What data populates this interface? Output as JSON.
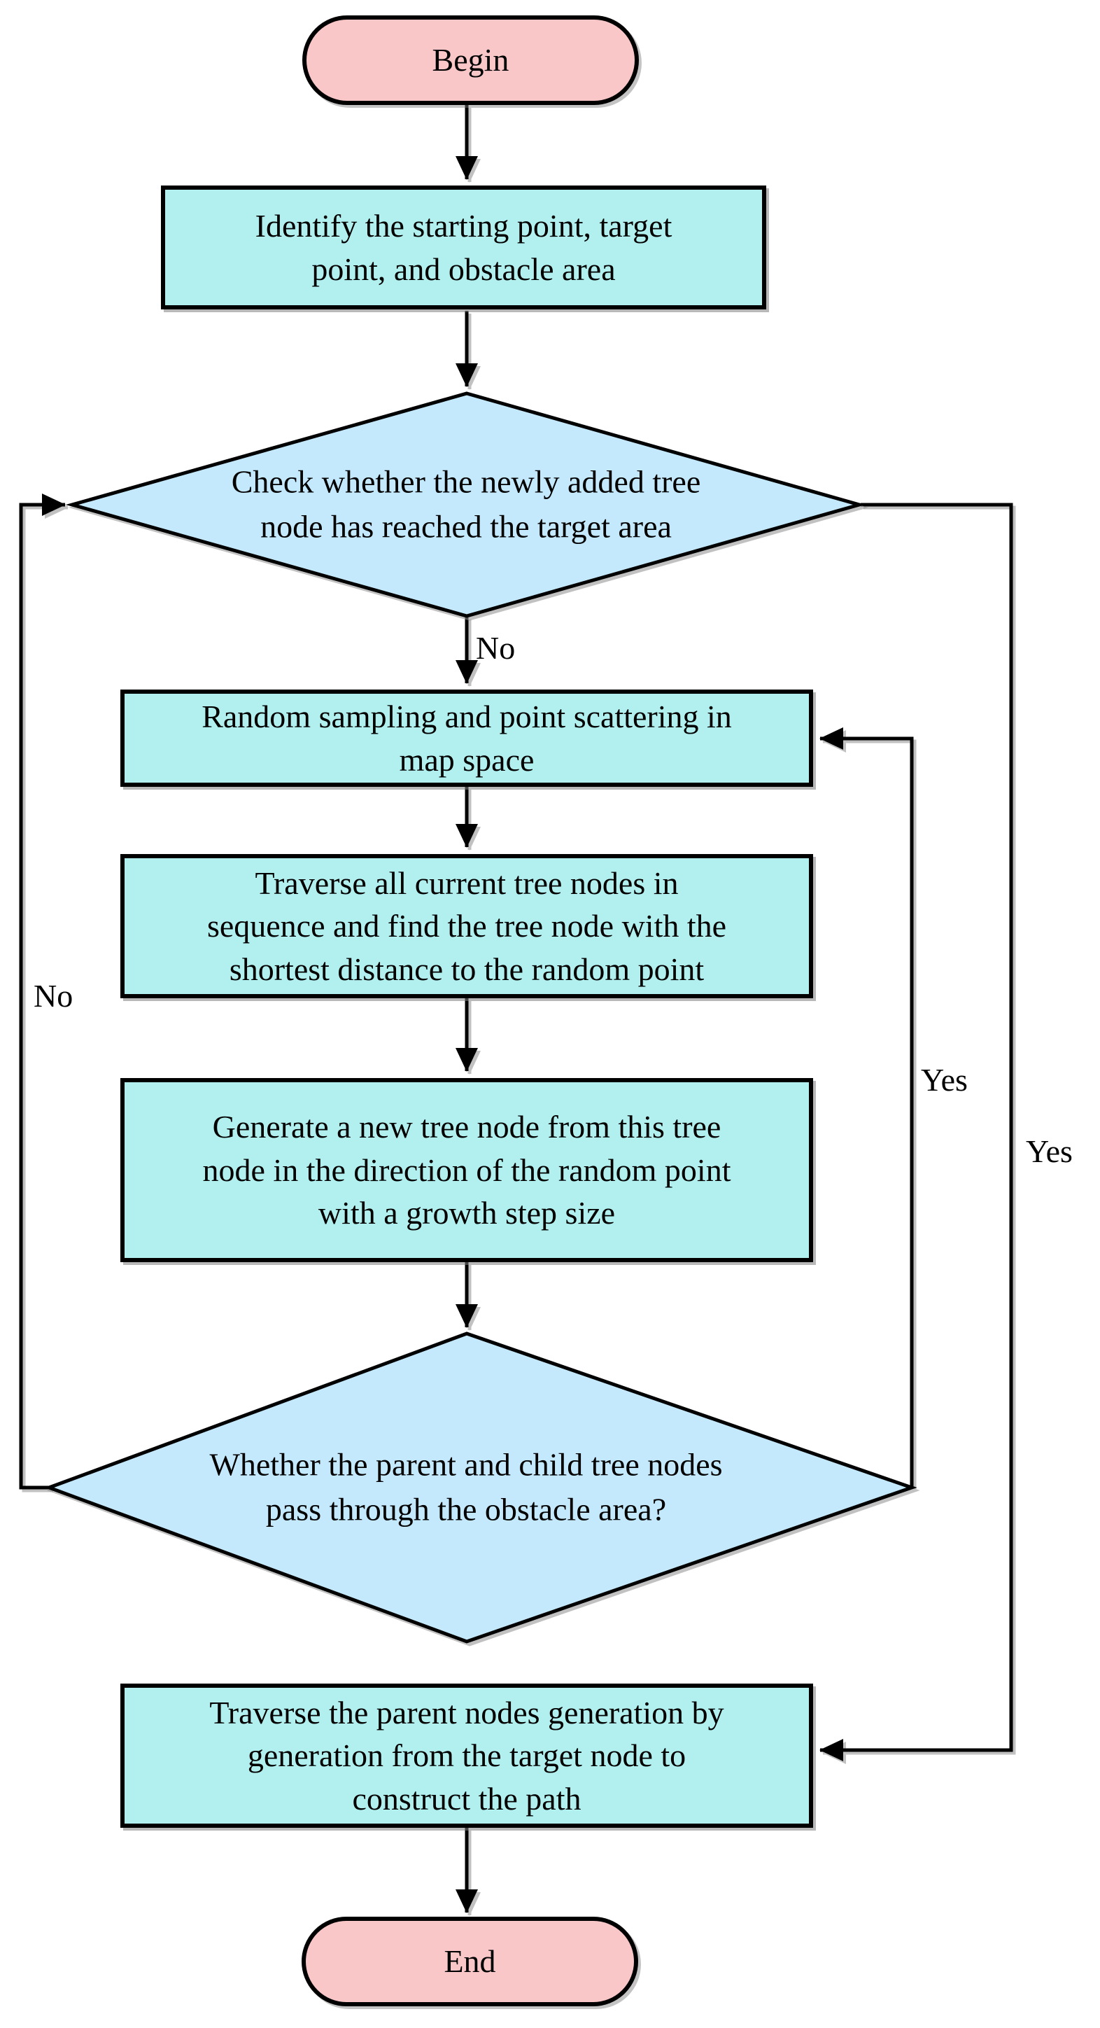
{
  "diagram_type": "flowchart",
  "colors": {
    "terminal_fill": "#f9c7c7",
    "process_fill": "#b2f0f0",
    "decision_fill": "#c4e8fc",
    "stroke": "#000000",
    "shadow": "#8e8e8e"
  },
  "nodes": {
    "begin": {
      "type": "terminal",
      "label": "Begin"
    },
    "identify": {
      "type": "process",
      "lines": [
        "Identify the starting point, target",
        "point, and obstacle area"
      ]
    },
    "check_target": {
      "type": "decision",
      "lines": [
        "Check whether the newly added tree",
        "node has reached the target area"
      ]
    },
    "random_sampling": {
      "type": "process",
      "lines": [
        "Random sampling and point scattering in",
        "map space"
      ]
    },
    "traverse_nodes": {
      "type": "process",
      "lines": [
        "Traverse all current tree nodes in",
        "sequence and find the tree node with the",
        "shortest distance to the random point"
      ]
    },
    "generate_node": {
      "type": "process",
      "lines": [
        "Generate a new tree node from this tree",
        "node in the direction of the random point",
        "with a growth step size"
      ]
    },
    "check_obstacle": {
      "type": "decision",
      "lines": [
        "Whether the parent and child tree nodes",
        "pass through the obstacle area?"
      ]
    },
    "construct_path": {
      "type": "process",
      "lines": [
        "Traverse the parent nodes generation by",
        "generation from the target node to",
        "construct the path"
      ]
    },
    "end": {
      "type": "terminal",
      "label": "End"
    }
  },
  "edges": [
    {
      "from": "begin",
      "to": "identify",
      "label": ""
    },
    {
      "from": "identify",
      "to": "check_target",
      "label": ""
    },
    {
      "from": "check_target",
      "to": "random_sampling",
      "label": "No"
    },
    {
      "from": "random_sampling",
      "to": "traverse_nodes",
      "label": ""
    },
    {
      "from": "traverse_nodes",
      "to": "generate_node",
      "label": ""
    },
    {
      "from": "generate_node",
      "to": "check_obstacle",
      "label": ""
    },
    {
      "from": "check_obstacle",
      "to": "random_sampling",
      "label": "Yes"
    },
    {
      "from": "check_obstacle",
      "to": "check_target",
      "label": "No"
    },
    {
      "from": "check_target",
      "to": "construct_path",
      "label": "Yes"
    },
    {
      "from": "construct_path",
      "to": "end",
      "label": ""
    }
  ]
}
